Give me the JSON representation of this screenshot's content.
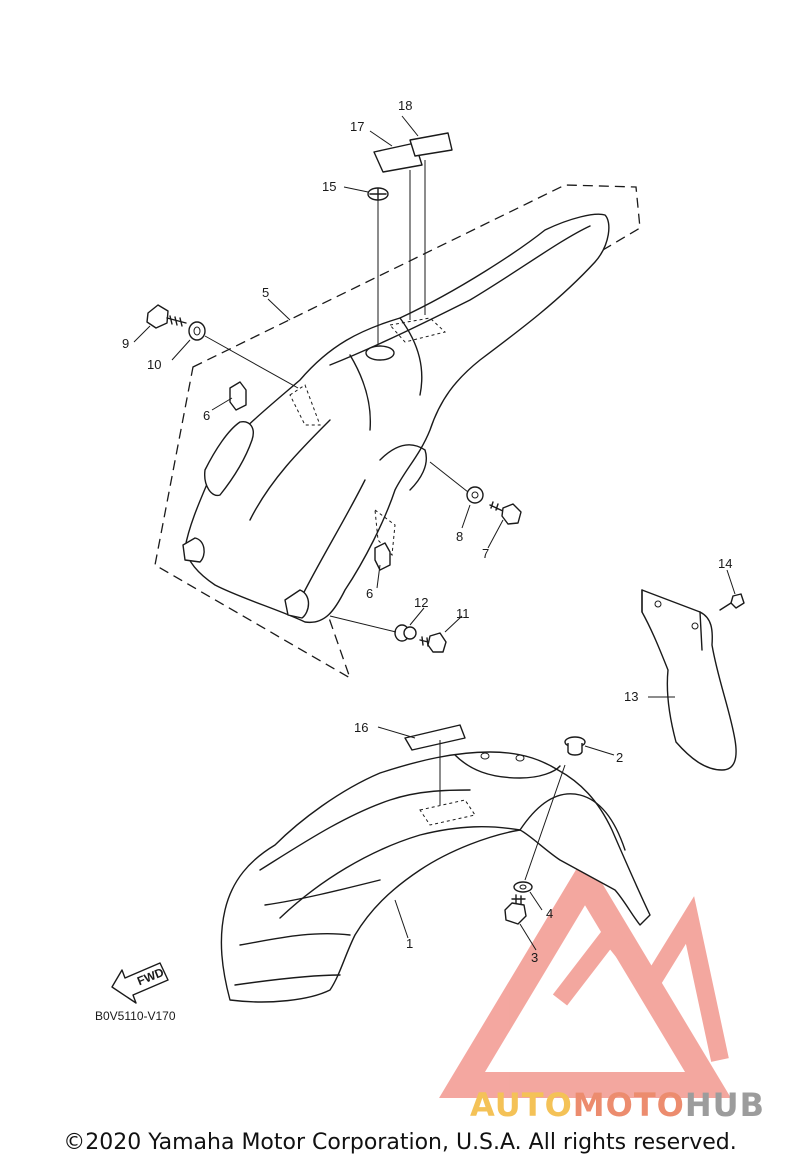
{
  "callouts": {
    "p1": "1",
    "p2": "2",
    "p3": "3",
    "p4": "4",
    "p5": "5",
    "p6a": "6",
    "p6b": "6",
    "p7": "7",
    "p8": "8",
    "p9": "9",
    "p10": "10",
    "p11": "11",
    "p12": "12",
    "p13": "13",
    "p14": "14",
    "p15": "15",
    "p16": "16",
    "p17": "17",
    "p18": "18"
  },
  "fwd_label": "FWD",
  "diagram_code": "B0V5110-V170",
  "copyright": "©2020 Yamaha Motor Corporation, U.S.A. All rights reserved.",
  "watermark": {
    "word1": "AUTO",
    "word2": "MOTO",
    "word3": "HUB",
    "colors": {
      "auto": "#f4c257",
      "moto": "#ec8c6e",
      "hub": "#9c9c9c",
      "logo": "#f08a80"
    }
  }
}
